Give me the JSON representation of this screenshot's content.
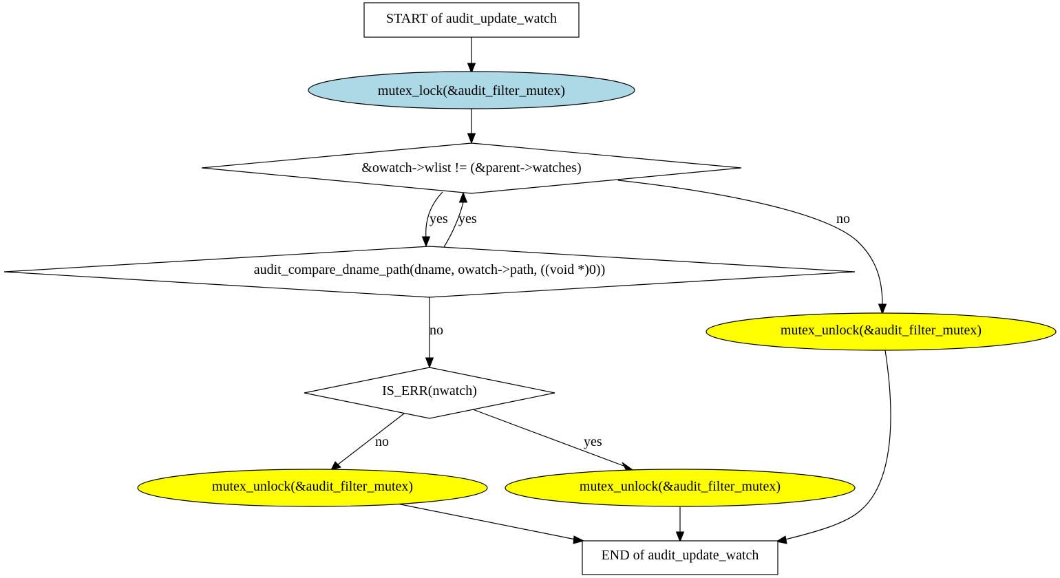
{
  "colors": {
    "lock_fill": "#add8e6",
    "unlock_fill": "#ffff00",
    "box_fill": "#ffffff",
    "line": "#000000"
  },
  "nodes": {
    "start": "START of audit_update_watch",
    "lock": "mutex_lock(&audit_filter_mutex)",
    "loop_cond": "&owatch->wlist != (&parent->watches)",
    "compare": "audit_compare_dname_path(dname, owatch->path, ((void *)0))",
    "unlock_right": "mutex_unlock(&audit_filter_mutex)",
    "is_err": "IS_ERR(nwatch)",
    "unlock_no": "mutex_unlock(&audit_filter_mutex)",
    "unlock_yes": "mutex_unlock(&audit_filter_mutex)",
    "end": "END of audit_update_watch"
  },
  "edges": {
    "loop_to_compare": "yes",
    "compare_to_loop": "yes",
    "loop_to_unlock_right": "no",
    "compare_to_is_err": "no",
    "is_err_to_unlock_no": "no",
    "is_err_to_unlock_yes": "yes"
  }
}
